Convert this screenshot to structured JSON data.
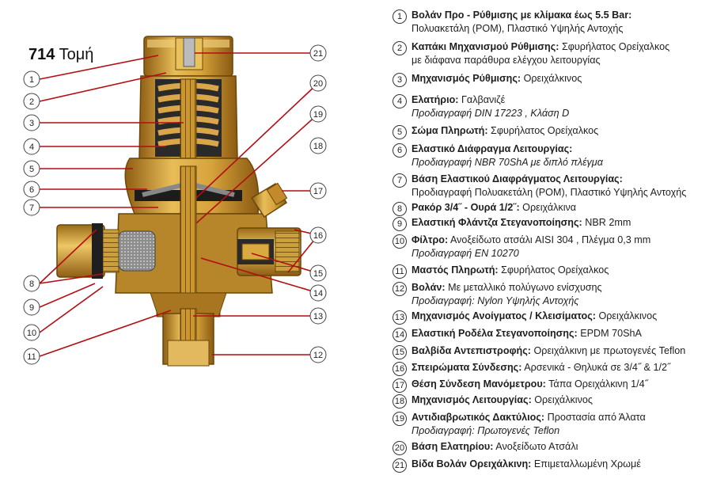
{
  "title": {
    "number": "714",
    "label": "Τομή"
  },
  "callouts": [
    "1",
    "2",
    "3",
    "4",
    "5",
    "6",
    "7",
    "8",
    "9",
    "10",
    "11",
    "12",
    "13",
    "14",
    "15",
    "16",
    "17",
    "18",
    "19",
    "20",
    "21"
  ],
  "legend": [
    {
      "n": "1",
      "term": "Βολάν Προ - Ρύθμισης με κλίμακα έως 5.5 Bar:",
      "detail": "",
      "lines": [
        "Πολυακετάλη (POM), Πλαστικό Υψηλής Αντοχής"
      ]
    },
    {
      "n": "2",
      "term": "Καπάκι Μηχανισμού Ρύθμισης:",
      "detail": " Σφυρήλατος Ορείχαλκος",
      "lines": [
        "με διάφανα παράθυρα ελέγχου λειτουργίας"
      ]
    },
    {
      "n": "3",
      "term": "Μηχανισμός Ρύθμισης:",
      "detail": " Ορειχάλκινος",
      "lines": []
    },
    {
      "n": "4",
      "term": "Ελατήριο:",
      "detail": " Γαλβανιζέ",
      "lines": [
        "Προδιαγραφή DIN 17223 , Κλάση D"
      ]
    },
    {
      "n": "5",
      "term": "Σώμα Πληρωτή:",
      "detail": " Σφυρήλατος Ορείχαλκος",
      "lines": []
    },
    {
      "n": "6",
      "term": "Ελαστικό Διάφραγμα Λειτουργίας:",
      "detail": "",
      "lines": [
        "Προδιαγραφή NBR 70ShA με διπλό πλέγμα"
      ]
    },
    {
      "n": "7",
      "term": "Βάση Ελαστικού Διαφράγματος Λειτουργίας:",
      "detail": "",
      "lines": [
        "Προδιαγραφή Πολυακετάλη (POM), Πλαστικό Υψηλής Αντοχής"
      ]
    },
    {
      "n": "8",
      "term": "Ρακόρ 3/4˝ - Ουρά 1/2˝:",
      "detail": " Ορειχάλκινα",
      "lines": []
    },
    {
      "n": "9",
      "term": "Ελαστική Φλάντζα Στεγανοποίησης:",
      "detail": " NBR 2mm",
      "lines": []
    },
    {
      "n": "10",
      "term": "Φίλτρο:",
      "detail": " Ανοξείδωτο ατσάλι AISI 304 , Πλέγμα 0,3 mm",
      "lines": [
        "Προδιαγραφή EN 10270"
      ]
    },
    {
      "n": "11",
      "term": "Μαστός Πληρωτή:",
      "detail": " Σφυρήλατος Ορείχαλκος",
      "lines": []
    },
    {
      "n": "12",
      "term": "Βολάν:",
      "detail": " Με μεταλλικό πολύγωνο ενίσχυσης",
      "lines": [
        "Προδιαγραφή: Nylon Υψηλής Αντοχής"
      ]
    },
    {
      "n": "13",
      "term": "Μηχανισμός Ανοίγματος / Κλεισίματος:",
      "detail": " Ορειχάλκινος",
      "lines": []
    },
    {
      "n": "14",
      "term": "Ελαστική Ροδέλα Στεγανοποίησης:",
      "detail": " EPDM 70ShA",
      "lines": []
    },
    {
      "n": "15",
      "term": "Βαλβίδα Αντεπιστροφής:",
      "detail": " Ορειχάλκινη με πρωτογενές Teflon",
      "lines": []
    },
    {
      "n": "16",
      "term": "Σπειρώματα Σύνδεσης:",
      "detail": " Αρσενικά - Θηλυκά σε 3/4˝ & 1/2˝",
      "lines": []
    },
    {
      "n": "17",
      "term": "Θέση Σύνδεση Μανόμετρου:",
      "detail": " Τάπα Ορειχάλκινη 1/4˝",
      "lines": []
    },
    {
      "n": "18",
      "term": "Μηχανισμός Λειτουργίας:",
      "detail": " Ορειχάλκινος",
      "lines": []
    },
    {
      "n": "19",
      "term": "Αντιδιαβρωτικός Δακτύλιος:",
      "detail": " Προστασία από Άλατα",
      "lines": [
        "Προδιαγραφή: Πρωτογενές Teflon"
      ]
    },
    {
      "n": "20",
      "term": "Βάση Ελατηρίου:",
      "detail": " Ανοξείδωτο Ατσάλι",
      "lines": []
    },
    {
      "n": "21",
      "term": "Βίδα Βολάν Ορειχάλκινη:",
      "detail": " Επιμεταλλωμένη Χρωμέ",
      "lines": []
    }
  ],
  "colors": {
    "brass": "#d4a53c",
    "brass_dark": "#9a6a16",
    "brass_light": "#f1d27a",
    "leader_red": "#b30e12",
    "filter_gray": "#8a8a8a",
    "cap_orange": "#e0b45a"
  }
}
